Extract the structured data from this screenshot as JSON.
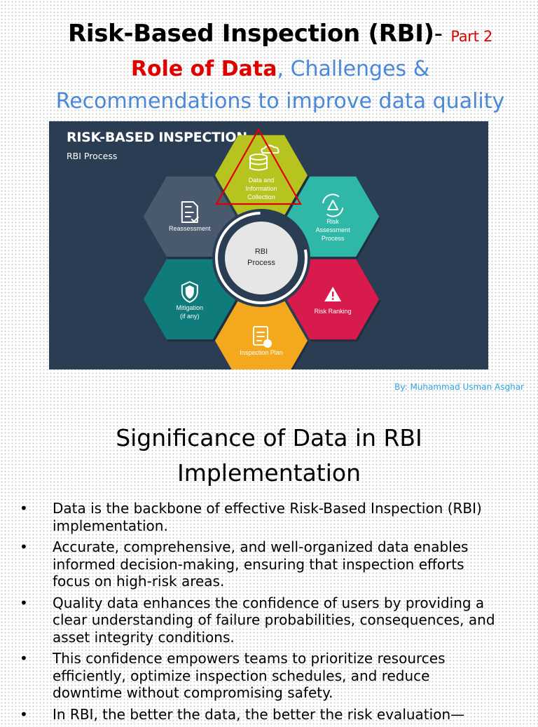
{
  "header": {
    "title_main": "Risk-Based Inspection (RBI)",
    "title_dash": "-",
    "title_part": "Part 2",
    "subtitle_red": "Role of Data",
    "subtitle_blue": ", Challenges &",
    "subtitle_line2": "Recommendations to improve data quality"
  },
  "diagram": {
    "title": "RISK-BASED INSPECTION",
    "subtitle": "RBI Process",
    "center_line1": "RBI",
    "center_line2": "Process",
    "steps": [
      {
        "label": [
          "Data and",
          "Information",
          "Collection"
        ],
        "color": "#b7c31f",
        "icon": "database-icon"
      },
      {
        "label": [
          "Risk",
          "Assessment",
          "Process"
        ],
        "color": "#2fb8a8",
        "icon": "cycle-warning-icon"
      },
      {
        "label": [
          "Risk Ranking"
        ],
        "color": "#d91a4d",
        "icon": "warning-icon"
      },
      {
        "label": [
          "Inspection Plan"
        ],
        "color": "#f4a81d",
        "icon": "clipboard-check-icon"
      },
      {
        "label": [
          "Mitigation",
          "(if any)"
        ],
        "color": "#0f7b7a",
        "icon": "shield-icon"
      },
      {
        "label": [
          "Reassessment"
        ],
        "color": "#4a5a6e",
        "icon": "document-check-icon"
      }
    ],
    "highlight_color": "#e00000"
  },
  "author": "By: Muhammad Usman Asghar",
  "section": {
    "heading_line1": "Significance of Data in RBI",
    "heading_line2": "Implementation",
    "bullets": [
      "Data is the backbone of effective Risk-Based Inspection (RBI) implementation.",
      "Accurate, comprehensive, and well-organized data enables informed decision-making, ensuring that inspection efforts focus on high-risk areas.",
      "Quality data enhances the confidence of users by providing a clear understanding of failure probabilities, consequences, and asset integrity conditions.",
      "This confidence empowers teams to prioritize resources efficiently, optimize inspection schedules, and reduce downtime without compromising safety.",
      "In RBI, the better the data, the better the risk evaluation—"
    ]
  }
}
